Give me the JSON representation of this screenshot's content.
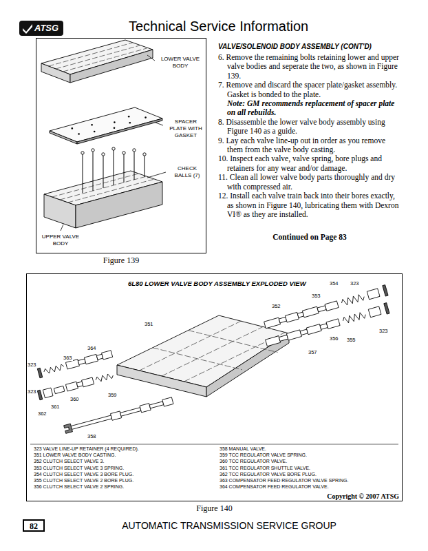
{
  "diagram": {
    "title": "Technical Service Information",
    "nodes": [
      {
        "text": [
          "ATSG"
        ]
      },
      {
        "text": [
          "LOWER VALVE BODY",
          "SPACER PLATE WITH GASKET",
          "CHECK BALLS (7)",
          "UPPER VALVE BODY"
        ]
      },
      {
        "text": [
          "6L80 LOWER VALVE BODY ASSEMBLY EXPLODED VIEW",
          "323 VALVE LINE-UP RETAINER (4 REQUIRED).",
          "351 LOWER VALVE BODY CASTING.",
          "352 CLUTCH SELECT VALVE 3.",
          "353 CLUTCH SELECT VALVE 3 SPRING.",
          "354 CLUTCH SELECT VALVE 3 BORE PLUG.",
          "355 CLUTCH SELECT VALVE 2 BORE PLUG.",
          "356 CLUTCH SELECT VALVE 2 SPRING.",
          "358 MANUAL VALVE.",
          "359 TCC REGULATOR VALVE SPRING.",
          "360 TCC REGULATOR VALVE.",
          "361 TCC REGULATOR SHUTTLE VALVE.",
          "362 TCC REGULATOR VALVE BORE PLUG.",
          "363 COMPENSATOR FEED REGULATOR VALVE SPRING.",
          "364 COMPENSATOR FEED REGULATOR VALVE.",
          "Copyright © 2007 ATSG"
        ]
      },
      {
        "text": [
          "82"
        ]
      }
    ],
    "labels": [
      "VALVE/SOLENOID BODY ASSEMBLY (CONT'D)",
      "6. Remove the remaining bolts retaining lower and upper valve bodies and seperate the two, as shown in Figure 139.",
      "7. Remove and discard the spacer plate/gasket assembly. Gasket is bonded to the plate.",
      "Note: GM recommends replacement of spacer plate on all rebuilds.",
      "8. Disassemble the lower valve body assembly using Figure 140 as a guide.",
      "9. Lay each valve line-up out in order as you remove them from the valve body casting.",
      "10. Inspect each valve, valve spring, bore plugs and retainers for any wear and/or damage.",
      "11. Clean all lower valve body parts thoroughly and dry with compressed air.",
      "12. Install each valve train back into their bores exactly, as shown in Figure 140, lubricating them with Dexron VI® as they are installed.",
      "Continued on Page 83",
      "Figure 139",
      "354",
      "323",
      "353",
      "352",
      "351",
      "323",
      "356",
      "355",
      "357",
      "364",
      "363",
      "323",
      "323",
      "359",
      "360",
      "361",
      "362",
      "358",
      "Figure 140",
      "AUTOMATIC TRANSMISSION SERVICE GROUP"
    ]
  }
}
